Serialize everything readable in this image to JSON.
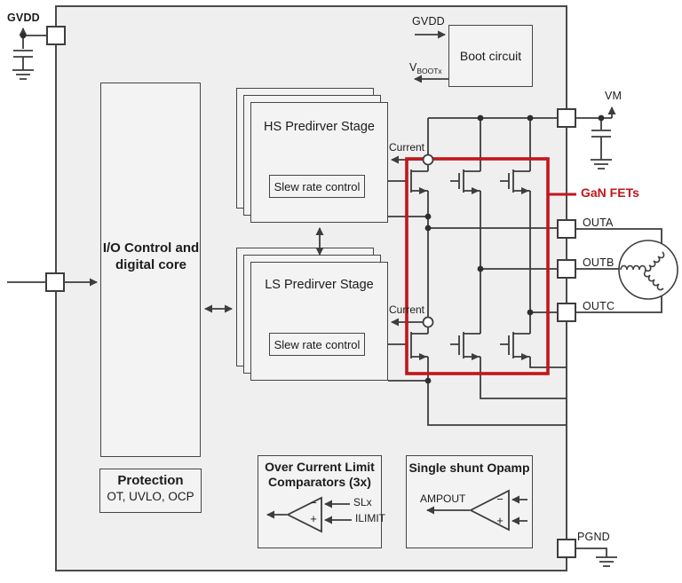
{
  "colors": {
    "highlight_red": "#c2151b",
    "wire": "#3d3d3d",
    "chip_fill": "#efefef"
  },
  "external": {
    "gvdd_label": "GVDD",
    "vm_label": "VM",
    "outa_label": "OUTA",
    "outb_label": "OUTB",
    "outc_label": "OUTC",
    "pgnd_label": "PGND"
  },
  "boot": {
    "title": "Boot circuit",
    "input_label": "GVDD",
    "output_base": "V",
    "output_sub": "BOOTx"
  },
  "io_core": {
    "line1": "I/O Control and",
    "line2": "digital core"
  },
  "hs_stage": {
    "title": "HS Predirver Stage",
    "slew_label": "Slew rate control",
    "current_label": "Current"
  },
  "ls_stage": {
    "title": "LS Predirver Stage",
    "slew_label": "Slew rate control",
    "current_label": "Current"
  },
  "gan": {
    "label": "GaN FETs"
  },
  "protection": {
    "title": "Protection",
    "items": "OT, UVLO, OCP"
  },
  "comparators": {
    "title_line1": "Over Current Limit",
    "title_line2": "Comparators (3x)",
    "input_top": "SLx",
    "input_bottom": "ILIMIT",
    "minus": "−",
    "plus": "+"
  },
  "opamp": {
    "title": "Single shunt Opamp",
    "output_label": "AMPOUT",
    "minus": "−",
    "plus": "+"
  }
}
